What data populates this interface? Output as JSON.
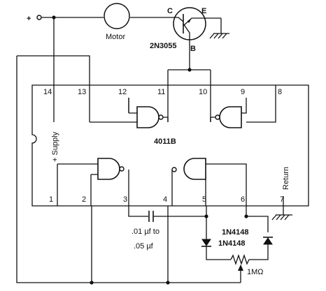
{
  "supply_label": "+",
  "motor_label": "Motor",
  "transistor": {
    "collector": "C",
    "emitter": "E",
    "base": "B",
    "part": "2N3055"
  },
  "ic": {
    "part": "4011B",
    "supply_pin_label": "+ Supply",
    "return_pin_label": "Return",
    "pins_top": [
      "14",
      "13",
      "12",
      "11",
      "10",
      "9",
      "8"
    ],
    "pins_bottom": [
      "1",
      "2",
      "3",
      "4",
      "5",
      "6",
      "7"
    ]
  },
  "capacitor": {
    "line1": ".01 µf to",
    "line2": ".05 µf"
  },
  "diode_left": "1N4148",
  "diode_right": "1N4148",
  "potentiometer": "1MΩ"
}
